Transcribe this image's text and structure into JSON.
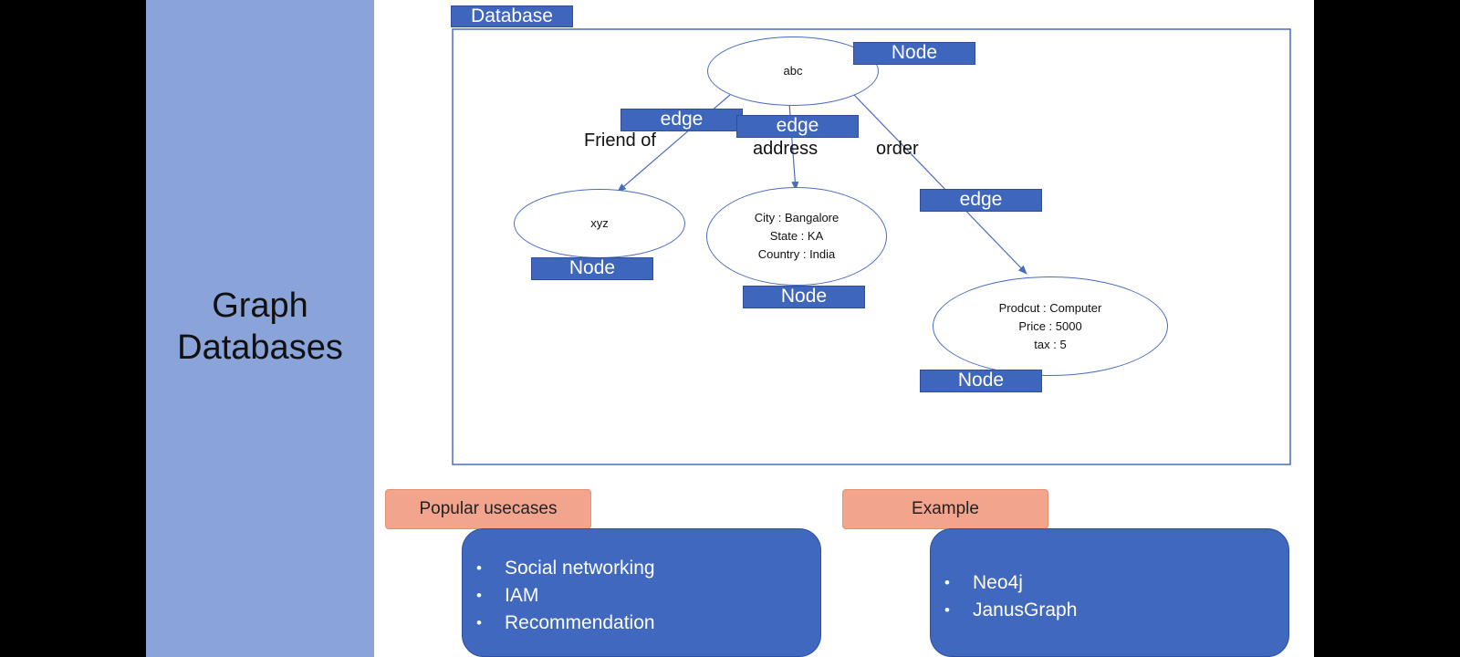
{
  "sidebar": {
    "title_line1": "Graph",
    "title_line2": "Databases"
  },
  "diagram": {
    "database_label": "Database",
    "nodes": {
      "abc": {
        "text": "abc",
        "tag": "Node"
      },
      "xyz": {
        "text": "xyz",
        "tag": "Node"
      },
      "address": {
        "text": "City : Bangalore\nState : KA\nCountry : India",
        "tag": "Node"
      },
      "product": {
        "text": "Prodcut : Computer\nPrice : 5000\ntax : 5",
        "tag": "Node"
      }
    },
    "edges": {
      "friend": {
        "tag": "edge",
        "label": "Friend of"
      },
      "address": {
        "tag": "edge",
        "label": "address"
      },
      "order": {
        "tag": "edge",
        "label": "order"
      }
    }
  },
  "usecases": {
    "heading": "Popular usecases",
    "items": [
      "Social networking",
      "IAM",
      "Recommendation"
    ]
  },
  "example": {
    "heading": "Example",
    "items": [
      "Neo4j",
      "JanusGraph"
    ]
  },
  "colors": {
    "sidebar": "#8aa3d8",
    "tag": "#3f66bd",
    "salmon": "#f2a48c",
    "line": "#4a6cc0"
  }
}
